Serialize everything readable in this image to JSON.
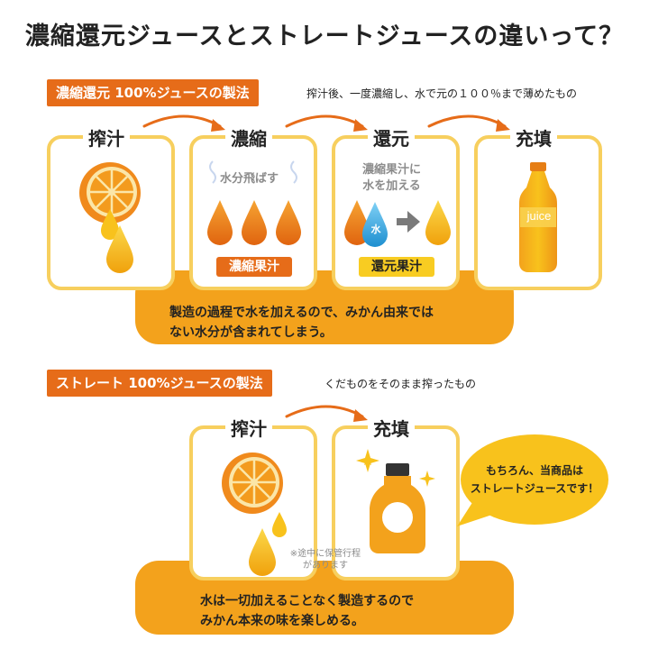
{
  "title": "濃縮還元ジュースとストレートジュースの違いって？",
  "concentrate": {
    "tag": "濃縮還元 100%ジュースの製法",
    "description": "搾汁後、一度濃縮し、水で元の１００％まで薄めたもの",
    "steps": [
      "搾汁",
      "濃縮",
      "還元",
      "充填"
    ],
    "evaporate_text": "水分飛ばす",
    "concentrate_label": "濃縮果汁",
    "add_water_line1": "濃縮果汁に",
    "add_water_line2": "水を加える",
    "water_drop_label": "水",
    "reconstituted_label": "還元果汁",
    "bottle_label": "juice",
    "banner_line1": "製造の過程で水を加えるので、みかん由来では",
    "banner_line2": "ない水分が含まれてしまう。"
  },
  "straight": {
    "tag": "ストレート 100%ジュースの製法",
    "description": "くだものをそのまま搾ったもの",
    "steps": [
      "搾汁",
      "充填"
    ],
    "note_line1": "※途中に保管行程",
    "note_line2": "があります",
    "banner_line1": "水は一切加えることなく製造するので",
    "banner_line2": "みかん本来の味を楽しめる。",
    "bubble_line1": "もちろん、当商品は",
    "bubble_line2": "ストレートジュースです！"
  },
  "colors": {
    "accent_orange": "#e66c19",
    "banner_orange": "#f3a21c",
    "card_border": "#f7cf5e",
    "juice_yellow": "#f8c21c",
    "water_blue": "#3ba8e0"
  }
}
